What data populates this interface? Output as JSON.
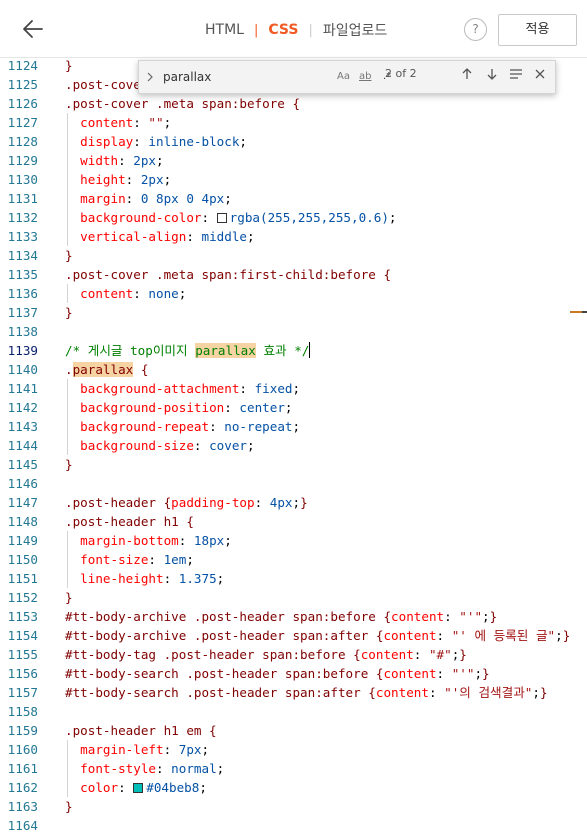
{
  "header": {
    "tabs": [
      {
        "label": "HTML",
        "active": false
      },
      {
        "label": "CSS",
        "active": true
      },
      {
        "label": "파일업로드",
        "active": false
      }
    ],
    "help_label": "?",
    "apply_label": "적용"
  },
  "find": {
    "query": "parallax",
    "match_case": "Aa",
    "whole_word": "ab",
    "regex": ".*",
    "count": "2 of 2"
  },
  "colors": {
    "accent": "#f15a24",
    "highlight": "#f6d3a3",
    "swatch_rgba": "#ffffff",
    "swatch_teal": "#04beb8"
  },
  "lines": [
    {
      "n": "1124",
      "html": "<span class=\"sel\">}</span>"
    },
    {
      "n": "1125",
      "html": "<span class=\"sel\">.post-cove</span>"
    },
    {
      "n": "1126",
      "html": "<span class=\"sel\">.post-cover .meta span:before {</span>"
    },
    {
      "n": "1127",
      "html": "  <span class=\"prop\">content</span>: <span class=\"str\">\"\"</span>;"
    },
    {
      "n": "1128",
      "html": "  <span class=\"prop\">display</span>: <span class=\"val\">inline-block</span>;"
    },
    {
      "n": "1129",
      "html": "  <span class=\"prop\">width</span>: <span class=\"val\">2px</span>;"
    },
    {
      "n": "1130",
      "html": "  <span class=\"prop\">height</span>: <span class=\"val\">2px</span>;"
    },
    {
      "n": "1131",
      "html": "  <span class=\"prop\">margin</span>: <span class=\"val\">0 8px 0 4px</span>;"
    },
    {
      "n": "1132",
      "html": "  <span class=\"prop\">background-color</span>: <span class=\"swatch\" style=\"background:#ffffff\"></span><span class=\"val\">rgba(255,255,255,0.6)</span>;"
    },
    {
      "n": "1133",
      "html": "  <span class=\"prop\">vertical-align</span>: <span class=\"val\">middle</span>;"
    },
    {
      "n": "1134",
      "html": "<span class=\"sel\">}</span>"
    },
    {
      "n": "1135",
      "html": "<span class=\"sel\">.post-cover .meta span:first-child:before {</span>"
    },
    {
      "n": "1136",
      "html": "  <span class=\"prop\">content</span>: <span class=\"val\">none</span>;"
    },
    {
      "n": "1137",
      "html": "<span class=\"sel\">}</span>"
    },
    {
      "n": "1138",
      "html": ""
    },
    {
      "n": "1139",
      "html": "<span class=\"cmt\">/* 게시글 top이미지 <span class=\"hl\">parallax</span> 효과 */</span><span class=\"cursor\"></span>",
      "current": true
    },
    {
      "n": "1140",
      "html": "<span class=\"sel\">.<span class=\"hl\">parallax</span> {</span>"
    },
    {
      "n": "1141",
      "html": "  <span class=\"prop\">background-attachment</span>: <span class=\"val\">fixed</span>;"
    },
    {
      "n": "1142",
      "html": "  <span class=\"prop\">background-position</span>: <span class=\"val\">center</span>;"
    },
    {
      "n": "1143",
      "html": "  <span class=\"prop\">background-repeat</span>: <span class=\"val\">no-repeat</span>;"
    },
    {
      "n": "1144",
      "html": "  <span class=\"prop\">background-size</span>: <span class=\"val\">cover</span>;"
    },
    {
      "n": "1145",
      "html": "<span class=\"sel\">}</span>"
    },
    {
      "n": "1146",
      "html": ""
    },
    {
      "n": "1147",
      "html": "<span class=\"sel\">.post-header {</span><span class=\"prop\">padding-top</span>: <span class=\"val\">4px</span>;<span class=\"sel\">}</span>"
    },
    {
      "n": "1148",
      "html": "<span class=\"sel\">.post-header h1 {</span>"
    },
    {
      "n": "1149",
      "html": "  <span class=\"prop\">margin-bottom</span>: <span class=\"val\">18px</span>;"
    },
    {
      "n": "1150",
      "html": "  <span class=\"prop\">font-size</span>: <span class=\"val\">1em</span>;"
    },
    {
      "n": "1151",
      "html": "  <span class=\"prop\">line-height</span>: <span class=\"val\">1.375</span>;"
    },
    {
      "n": "1152",
      "html": "<span class=\"sel\">}</span>"
    },
    {
      "n": "1153",
      "html": "<span class=\"sel\">#tt-body-archive .post-header span:before {</span><span class=\"prop\">content</span>: <span class=\"str\">\"'\"</span>;<span class=\"sel\">}</span>"
    },
    {
      "n": "1154",
      "html": "<span class=\"sel\">#tt-body-archive .post-header span:after {</span><span class=\"prop\">content</span>: <span class=\"str\">\"' 에 등록된 글\"</span>;<span class=\"sel\">}</span>"
    },
    {
      "n": "1155",
      "html": "<span class=\"sel\">#tt-body-tag .post-header span:before {</span><span class=\"prop\">content</span>: <span class=\"str\">\"#\"</span>;<span class=\"sel\">}</span>"
    },
    {
      "n": "1156",
      "html": "<span class=\"sel\">#tt-body-search .post-header span:before {</span><span class=\"prop\">content</span>: <span class=\"str\">\"'\"</span>;<span class=\"sel\">}</span>"
    },
    {
      "n": "1157",
      "html": "<span class=\"sel\">#tt-body-search .post-header span:after {</span><span class=\"prop\">content</span>: <span class=\"str\">\"'의 검색결과\"</span>;<span class=\"sel\">}</span>"
    },
    {
      "n": "1158",
      "html": ""
    },
    {
      "n": "1159",
      "html": "<span class=\"sel\">.post-header h1 em {</span>"
    },
    {
      "n": "1160",
      "html": "  <span class=\"prop\">margin-left</span>: <span class=\"val\">7px</span>;"
    },
    {
      "n": "1161",
      "html": "  <span class=\"prop\">font-style</span>: <span class=\"val\">normal</span>;"
    },
    {
      "n": "1162",
      "html": "  <span class=\"prop\">color</span>: <span class=\"swatch\" style=\"background:#04beb8\"></span><span class=\"val\">#04beb8</span>;"
    },
    {
      "n": "1163",
      "html": "<span class=\"sel\">}</span>"
    },
    {
      "n": "1164",
      "html": ""
    }
  ]
}
